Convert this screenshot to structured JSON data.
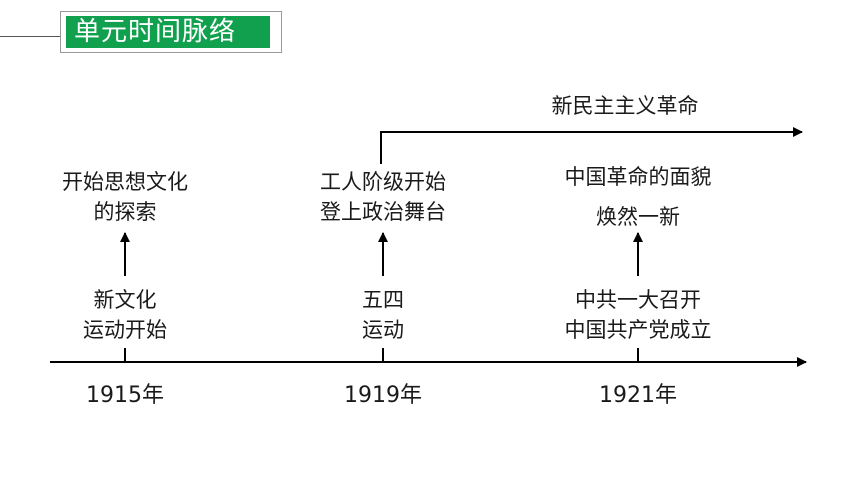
{
  "header": {
    "title": "单元时间脉络"
  },
  "timeline": {
    "branch_label": "新民主主义革命",
    "events": [
      {
        "year": "1915年",
        "event": [
          "新文化",
          "运动开始"
        ],
        "result": [
          "开始思想文化",
          "的探索"
        ]
      },
      {
        "year": "1919年",
        "event": [
          "五四",
          "运动"
        ],
        "result": [
          "工人阶级开始",
          "登上政治舞台"
        ]
      },
      {
        "year": "1921年",
        "event": [
          "中共一大召开",
          "中国共产党成立"
        ],
        "result": [
          "中国革命的面貌",
          "焕然一新"
        ]
      }
    ]
  },
  "colors": {
    "title_bg": "#10a04e",
    "title_text": "#ffffff",
    "line": "#000000"
  }
}
